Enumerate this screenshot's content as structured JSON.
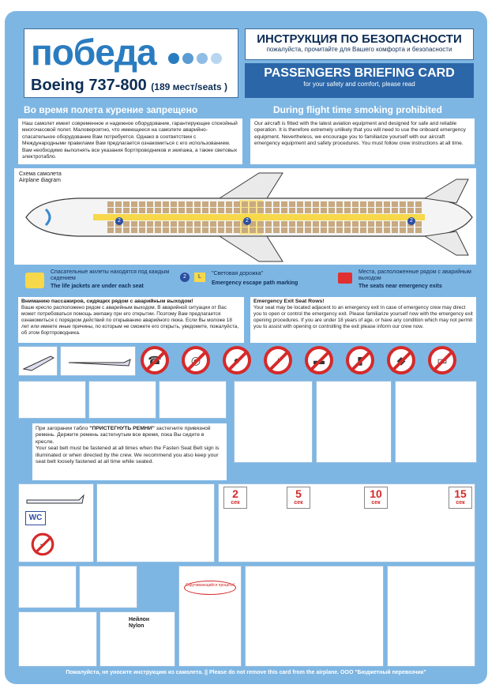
{
  "header": {
    "logo": "победа",
    "model": "Boeing 737-800",
    "seats": "(189 мест/seats )",
    "title_ru": "ИНСТРУКЦИЯ ПО БЕЗОПАСНОСТИ",
    "subtitle_ru": "пожалуйста, прочитайте для Вашего комфорта и безопасности",
    "title_en": "PASSENGERS BRIEFING CARD",
    "subtitle_en": "for your safety and comfort, please read",
    "dot_colors": [
      "#2a7cc0",
      "#5a9bd4",
      "#8fbde6",
      "#b9d6f0"
    ]
  },
  "smoking": {
    "ru": "Во время полета курение запрещено",
    "en": "During flight time smoking prohibited"
  },
  "intro": {
    "ru": "Наш самолет имеет современное и надежное оборудование, гарантирующее спокойный многочасовой полет. Маловероятно, что имеющееся на самолете аварийно-спасательное оборудование Вам потребуется. Однако в соответствии с Международными правилами Вам предлагается ознакомиться с его использованием. Вам необходимо выполнять все указания бортпроводников и экипажа, а также световых электротабло.",
    "en": "Our aircraft is fitted with the latest aviation equipment and designed for safe and reliable operation. It is therefore extremely unlikely that you will need to use the onboard emergency equipment. Nevertheless, we encourage you to familiarize yourself with our aircraft emergency equipment and safety procedures. You must follow crew instructions at all time."
  },
  "diagram": {
    "label_ru": "Схема самолета",
    "label_en": "Airplane diagram",
    "exit_marker": "2"
  },
  "legend": {
    "vest_ru": "Спасательные жилеты находятся под каждым сидением",
    "vest_en": "The life jackets are under each seat",
    "path_ru": "\"Световая дорожка\"",
    "path_en": "Emergency escape path marking",
    "path_badge": "2",
    "path_letter": "L",
    "exit_ru": "Места, расположенные рядом с аварийным выходом",
    "exit_en": "The seats near emergency exits"
  },
  "exit_warning": {
    "ru_title": "Вниманию пассажиров, сидящих рядом с аварийным выходом!",
    "ru_body": "Ваше кресло расположено рядом с аварийным выходом. В аварийной ситуации от Вас может потребоваться помощь экипажу при его открытии. Поэтому Вам предлагается ознакомиться с порядком действий по открыванию аварийного люка. Если Вы моложе 18 лет или имеете иные причины, по которым не сможете его открыть, уведомите, пожалуйста, об этом бортпроводника.",
    "en_title": "Emergency Exit Seat Rows!",
    "en_body": "Your seat may be located adjacent to an emergency exit In case of emergency crew may direct you to open or control the emergency exit. Please familiarize yourself now with the emergency exit opening procedures. If you are under 18 years of age, or have any condition which may not permit you to assist with opening or controlling the exit please inform our crew now."
  },
  "prohibited_icons": [
    "phone-icon",
    "camera-icon",
    "hairdryer-icon",
    "music-player-icon",
    "toy-icon",
    "car-toy-icon",
    "mobile-phone-icon",
    "shaver-icon",
    "laptop-icon"
  ],
  "seatbelt": {
    "ru_a": "При загорании табло ",
    "ru_sign": "\"ПРИСТЕГНУТЬ РЕМНИ\"",
    "ru_b": " застегните привязной ремень. Держите ремень застегнутым все время, пока Вы сидите в кресле.",
    "en": "Your seat belt must be fastened at all times when the Fasten Seat Belt sign is illuminated or when directed by the crew. We recommend you also keep your seat belt loosely fastened at all time while seated."
  },
  "oxygen_timers": [
    {
      "value": "2",
      "unit": "сек"
    },
    {
      "value": "5",
      "unit": "сек"
    },
    {
      "value": "10",
      "unit": "сек"
    },
    {
      "value": "15",
      "unit": "сек"
    }
  ],
  "wc": {
    "label": "WC"
  },
  "nylon": {
    "ru": "Нейлон",
    "en": "Nylon"
  },
  "slide_sign": "Скручивающийся процесс!",
  "footer": "Пожалуйста, не уносите инструкцию из самолета.  ||  Please do not remove this card from the airplane. ООО \"Бюджетный перевозчик\""
}
